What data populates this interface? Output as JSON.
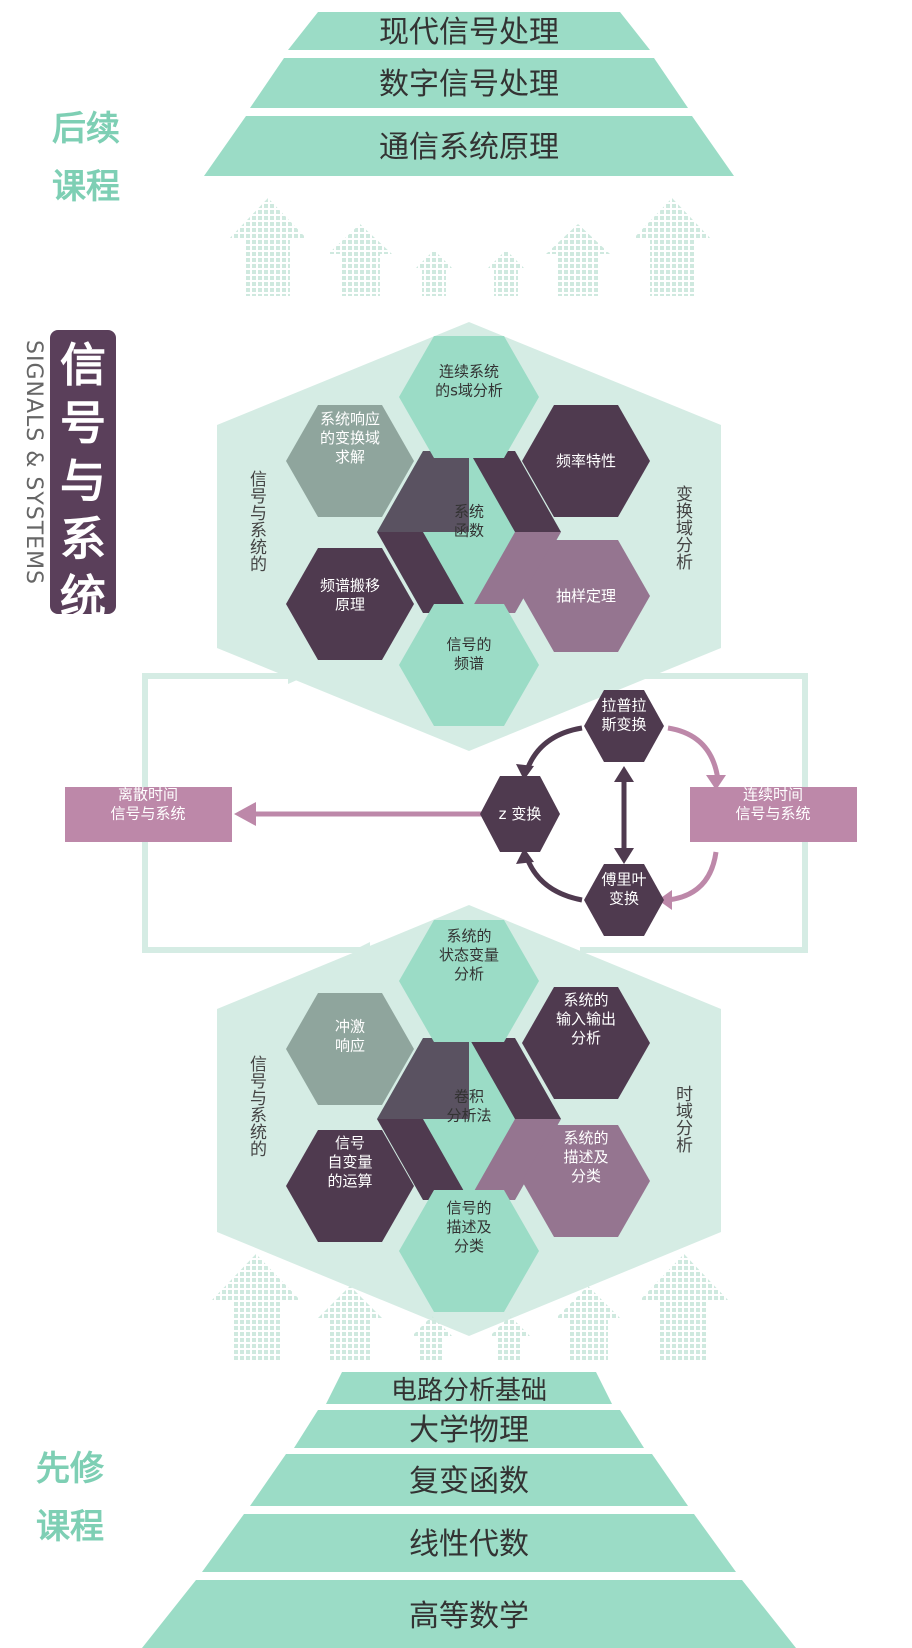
{
  "top_tiers": [
    "现代信号处理",
    "数字信号处理",
    "通信系统原理"
  ],
  "bottom_tiers": [
    "电路分析基础",
    "大学物理",
    "复变函数",
    "线性代数",
    "高等数学"
  ],
  "side_labels": {
    "top": [
      "后续",
      "课程"
    ],
    "bottom": [
      "先修",
      "课程"
    ]
  },
  "brand": {
    "title": "信号与系统",
    "subtitle": "SIGNALS & SYSTEMS"
  },
  "upper_block": {
    "left_label": "信号与系统的",
    "right_label": "变换域分析",
    "center": "系统\n函数",
    "top": "连续系统\n的s域分析",
    "upper_left": "系统响应\n的变换域\n求解",
    "upper_right": "频率特性",
    "lower_left": "频谱搬移\n原理",
    "lower_right": "抽样定理",
    "bottom": "信号的\n频谱"
  },
  "lower_block": {
    "left_label": "信号与系统的",
    "right_label": "时域分析",
    "center": "卷积\n分析法",
    "top": "系统的\n状态变量\n分析",
    "upper_left": "冲激\n响应",
    "upper_right": "系统的\n输入输出\n分析",
    "lower_left": "信号\n自变量\n的运算",
    "lower_right": "系统的\n描述及\n分类",
    "bottom": "信号的\n描述及\n分类"
  },
  "transforms": {
    "laplace": "拉普拉\n斯变换",
    "z": "z 变换",
    "fourier": "傅里叶\n变换",
    "discrete": "离散时间\n信号与系统",
    "continuous": "连续时间\n信号与系统"
  },
  "colors": {
    "mint": "#9bdcc6",
    "pale_mint": "#d5ece4",
    "dark_purple": "#4f3a4f",
    "mauve": "#957590",
    "gray_green": "#8fa59d",
    "pink": "#bd88a9",
    "label_green": "#7ecfb4"
  }
}
